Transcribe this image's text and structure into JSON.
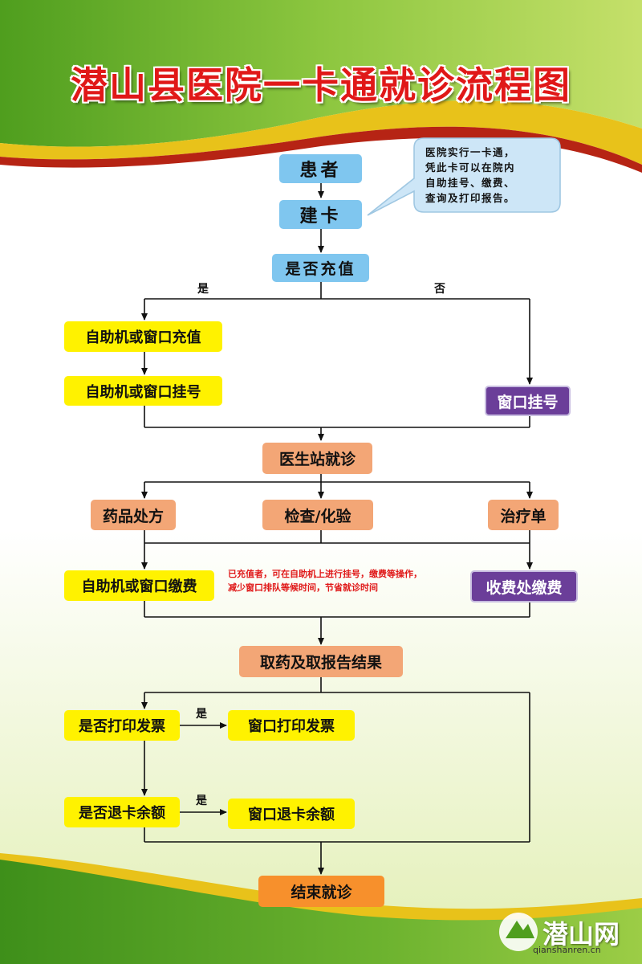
{
  "title": "潜山县医院一卡通就诊流程图",
  "bubble": {
    "lines": [
      "医院实行一卡通，",
      "凭此卡可以在院内",
      "自助挂号、缴费、",
      "查询及打印报告。"
    ]
  },
  "nodes": {
    "patient": "患者",
    "card": "建卡",
    "recharge_q": "是否充值",
    "self_recharge": "自助机或窗口充值",
    "self_register": "自助机或窗口挂号",
    "window_register": "窗口挂号",
    "doctor": "医生站就诊",
    "drug": "药品处方",
    "exam": "检查/化验",
    "treat": "治疗单",
    "self_pay": "自助机或窗口缴费",
    "cashier": "收费处缴费",
    "pickup": "取药及取报告结果",
    "print_q": "是否打印发票",
    "print_win": "窗口打印发票",
    "refund_q": "是否退卡余额",
    "refund_win": "窗口退卡余额",
    "end": "结束就诊"
  },
  "labels": {
    "yes": "是",
    "no": "否"
  },
  "note": {
    "line1": "已充值者，可在自助机上进行挂号，缴费等操作，",
    "line2": "减少窗口排队等候时间，节省就诊时间"
  },
  "logo": {
    "name": "潜山网",
    "url": "qianshanren.cn"
  },
  "colors": {
    "title": "#e01818",
    "blue_box": "#7fc6ef",
    "yellow_box": "#fff200",
    "purple_box": "#6b3e99",
    "orange_box": "#f3a676",
    "end_box": "#f7902c",
    "green_band": "#6db32f"
  }
}
